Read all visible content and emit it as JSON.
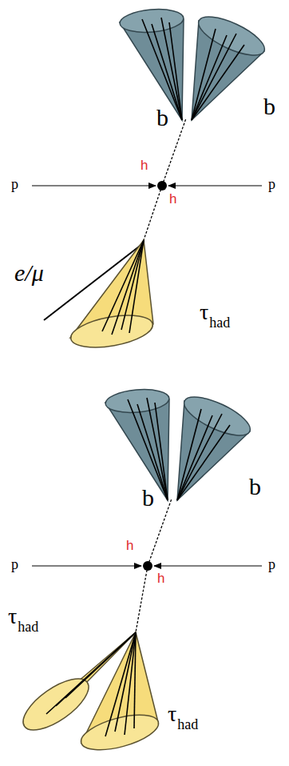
{
  "diagram": {
    "labels": [
      "b",
      "b",
      "h",
      "h",
      "p",
      "p",
      "e/μ",
      "τ",
      "had",
      "b",
      "b",
      "h",
      "h",
      "p",
      "p",
      "τ",
      "had",
      "τ",
      "had"
    ]
  }
}
